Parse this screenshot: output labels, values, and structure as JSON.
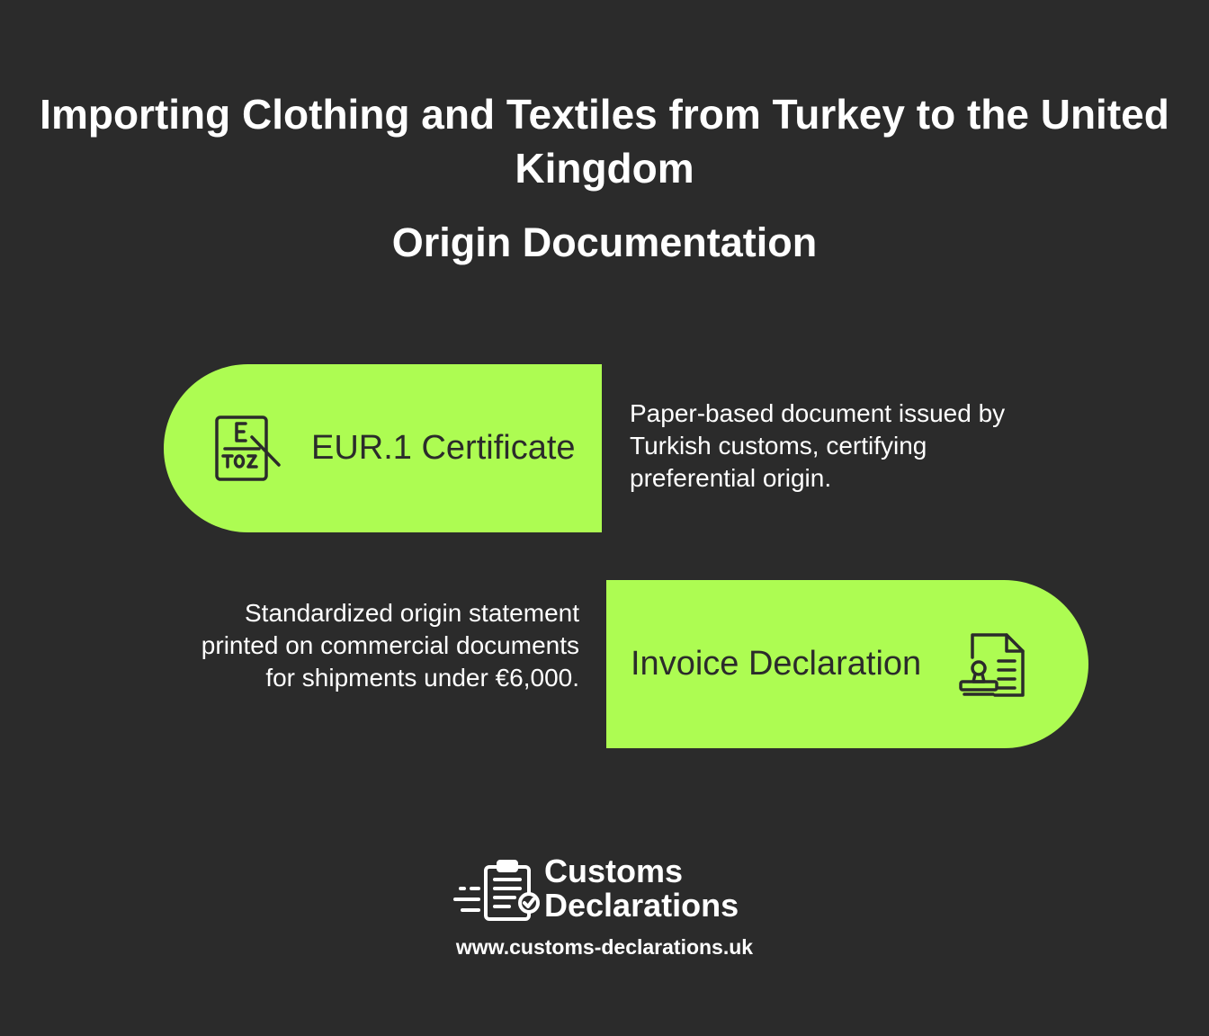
{
  "header": {
    "title": "Importing Clothing and Textiles from Turkey to the United Kingdom",
    "subtitle": "Origin Documentation"
  },
  "items": [
    {
      "label": "EUR.1 Certificate",
      "icon": "eye-chart-document-icon",
      "description": "Paper-based document issued by Turkish customs, certifying preferential origin."
    },
    {
      "label": "Invoice Declaration",
      "icon": "stamped-document-icon",
      "description": "Standardized origin statement printed on commercial documents for shipments under €6,000."
    }
  ],
  "footer": {
    "brand_line1": "Customs",
    "brand_line2": "Declarations",
    "url": "www.customs-declarations.uk"
  },
  "colors": {
    "background": "#2b2b2b",
    "accent": "#adfc52",
    "text": "#ffffff",
    "dark": "#2b2b2b"
  }
}
